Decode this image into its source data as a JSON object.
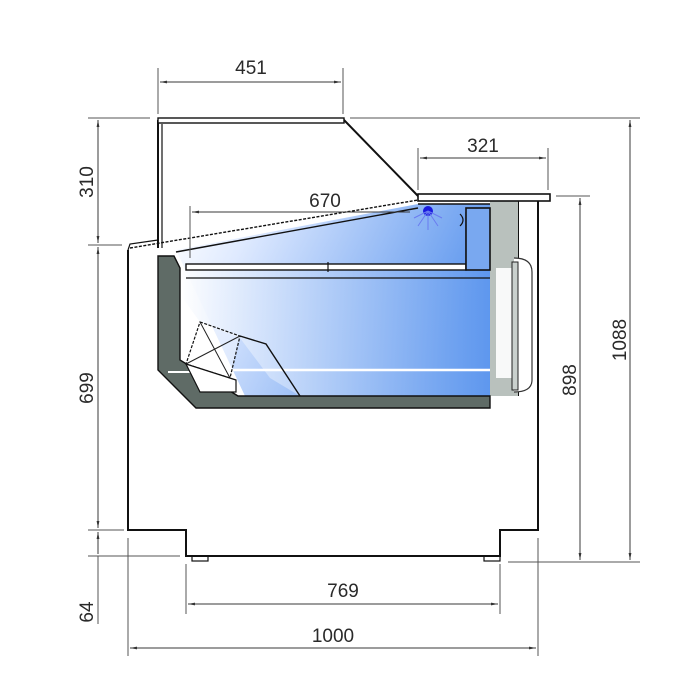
{
  "diagram": {
    "type": "technical-cross-section",
    "subject": "refrigerated display counter side profile",
    "units": "mm",
    "colors": {
      "glass_blue_light": "#eef5ff",
      "glass_blue_dark": "#5e97ee",
      "insulation_gray": "#5f6b66",
      "panel_gray": "#b9c1bd",
      "light_indicator": "#1a1adf",
      "line": "#111111",
      "dimension_line": "#3a3a3a"
    }
  },
  "dimensions": {
    "top_glass_width": "451",
    "rear_shelf_width": "321",
    "inner_depth": "670",
    "glass_height": "310",
    "front_body_height": "699",
    "base_height": "64",
    "total_height": "1088",
    "rear_height": "898",
    "base_width": "769",
    "overall_width": "1000"
  }
}
